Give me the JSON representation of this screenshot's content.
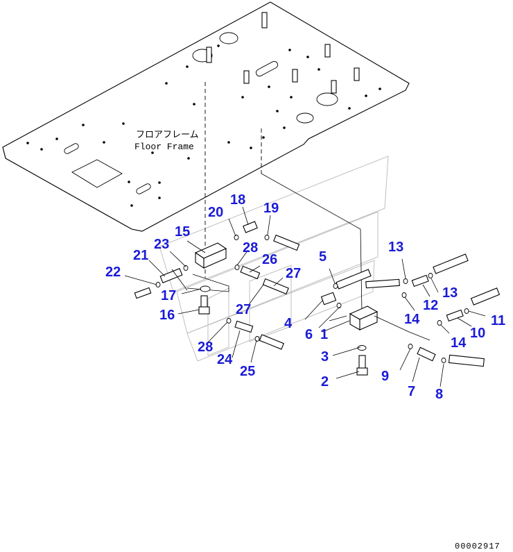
{
  "frame_label_jp": "フロアフレーム",
  "frame_label_en": "Floor Frame",
  "drawing_code": "00002917",
  "callouts": [
    {
      "id": "c1",
      "text": "1"
    },
    {
      "id": "c2",
      "text": "2"
    },
    {
      "id": "c3",
      "text": "3"
    },
    {
      "id": "c4",
      "text": "4"
    },
    {
      "id": "c5",
      "text": "5"
    },
    {
      "id": "c6",
      "text": "6"
    },
    {
      "id": "c7",
      "text": "7"
    },
    {
      "id": "c8",
      "text": "8"
    },
    {
      "id": "c9",
      "text": "9"
    },
    {
      "id": "c10",
      "text": "10"
    },
    {
      "id": "c11",
      "text": "11"
    },
    {
      "id": "c12",
      "text": "12"
    },
    {
      "id": "c13a",
      "text": "13"
    },
    {
      "id": "c13b",
      "text": "13"
    },
    {
      "id": "c14a",
      "text": "14"
    },
    {
      "id": "c14b",
      "text": "14"
    },
    {
      "id": "c15",
      "text": "15"
    },
    {
      "id": "c16",
      "text": "16"
    },
    {
      "id": "c17",
      "text": "17"
    },
    {
      "id": "c18",
      "text": "18"
    },
    {
      "id": "c19",
      "text": "19"
    },
    {
      "id": "c20",
      "text": "20"
    },
    {
      "id": "c21",
      "text": "21"
    },
    {
      "id": "c22",
      "text": "22"
    },
    {
      "id": "c23",
      "text": "23"
    },
    {
      "id": "c24",
      "text": "24"
    },
    {
      "id": "c25",
      "text": "25"
    },
    {
      "id": "c26",
      "text": "26"
    },
    {
      "id": "c27a",
      "text": "27"
    },
    {
      "id": "c27b",
      "text": "27"
    },
    {
      "id": "c28a",
      "text": "28"
    },
    {
      "id": "c28b",
      "text": "28"
    }
  ],
  "colors": {
    "callout": "#1a1ad6",
    "line": "#000000",
    "watermark": "#bfbfbf"
  }
}
